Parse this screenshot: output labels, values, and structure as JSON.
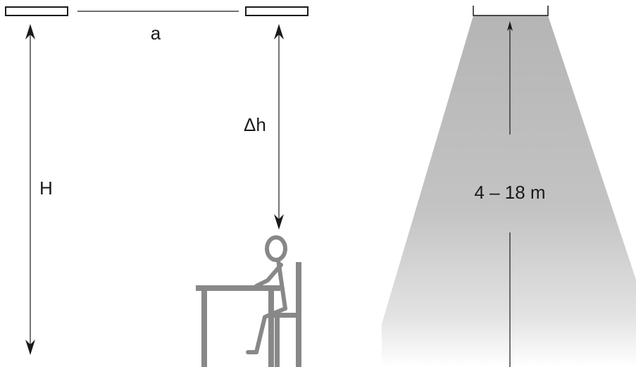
{
  "labels": {
    "spacing": "a",
    "mount_height": "H",
    "height_difference": "Δh",
    "range": "4 – 18 m"
  },
  "colors": {
    "line": "#1a1a1a",
    "figure": "#888888",
    "beam_top": "#b4b4b4",
    "beam_bottom": "#ffffff"
  }
}
